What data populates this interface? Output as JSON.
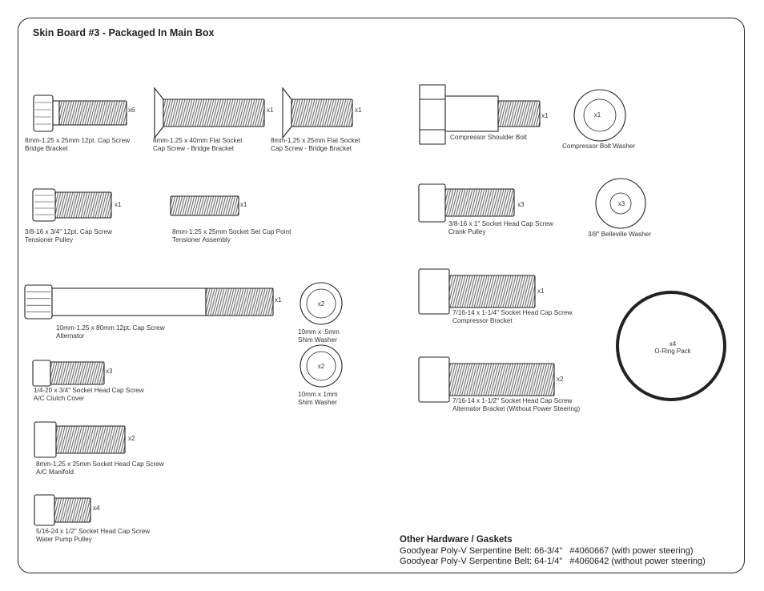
{
  "board": {
    "title": "Skin Board #3 - Packaged In Main Box"
  },
  "parts": [
    {
      "id": "p1",
      "qty": "x6",
      "line1": "8mm-1.25 x 25mm 12pt. Cap Screw",
      "line2": "Bridge Bracket"
    },
    {
      "id": "p2",
      "qty": "x1",
      "line1": "8mm-1.25 x 40mm Flat Socket",
      "line2": "Cap Screw - Bridge Bracket"
    },
    {
      "id": "p3",
      "qty": "x1",
      "line1": "8mm-1.25 x 25mm Flat Socket",
      "line2": "Cap Screw - Bridge Bracket"
    },
    {
      "id": "p4",
      "qty": "x1",
      "line1": "Compressor Shoulder Bolt",
      "line2": ""
    },
    {
      "id": "p5",
      "qty": "x1",
      "line1": "Compressor Bolt Washer",
      "line2": ""
    },
    {
      "id": "p6",
      "qty": "x1",
      "line1": "3/8-16 x 3/4\" 12pt. Cap Screw",
      "line2": "Tensioner Pulley"
    },
    {
      "id": "p7",
      "qty": "x1",
      "line1": "8mm-1.25 x 25mm Socket Set Cup Point",
      "line2": "Tensioner Assembly"
    },
    {
      "id": "p8",
      "qty": "x3",
      "line1": "3/8-16 x 1\" Socket Head Cap Screw",
      "line2": "Crank Pulley"
    },
    {
      "id": "p9",
      "qty": "x3",
      "line1": "3/8\" Belleville Washer",
      "line2": ""
    },
    {
      "id": "p10",
      "qty": "x1",
      "line1": "10mm-1.25 x 80mm 12pt. Cap Screw",
      "line2": "Alternator"
    },
    {
      "id": "p11",
      "qty": "x2",
      "line1": "10mm x .5mm",
      "line2": "Shim Washer"
    },
    {
      "id": "p12",
      "qty": "x1",
      "line1": "7/16-14 x 1-1/4\" Socket Head Cap Screw",
      "line2": "Compressor Bracket"
    },
    {
      "id": "p13",
      "qty": "x3",
      "line1": "1/4-20 x 3/4\" Socket Head Cap Screw",
      "line2": "A/C Clutch Cover"
    },
    {
      "id": "p14",
      "qty": "x2",
      "line1": "10mm x 1mm",
      "line2": "Shim Washer"
    },
    {
      "id": "p15",
      "qty": "x2",
      "line1": "7/16-14 x 1-1/2\" Socket Head Cap Screw",
      "line2": "Alternator Bracket (Without Power Steering)"
    },
    {
      "id": "p16",
      "qty": "x4",
      "line1": "O-Ring Pack",
      "line2": ""
    },
    {
      "id": "p17",
      "qty": "x2",
      "line1": "8mm-1.25 x 25mm Socket Head Cap Screw",
      "line2": "A/C Manifold"
    },
    {
      "id": "p18",
      "qty": "x4",
      "line1": "5/16-24 x 1/2\" Socket Head Cap Screw",
      "line2": "Water Pump Pulley"
    }
  ],
  "footer": {
    "title": "Other Hardware / Gaskets",
    "lines": [
      "Goodyear Poly-V Serpentine Belt: 66-3/4\"   #4060667 (with power steering)",
      "Goodyear Poly-V Serpentine Belt: 64-1/4\"   #4060642 (without power steering)"
    ]
  }
}
